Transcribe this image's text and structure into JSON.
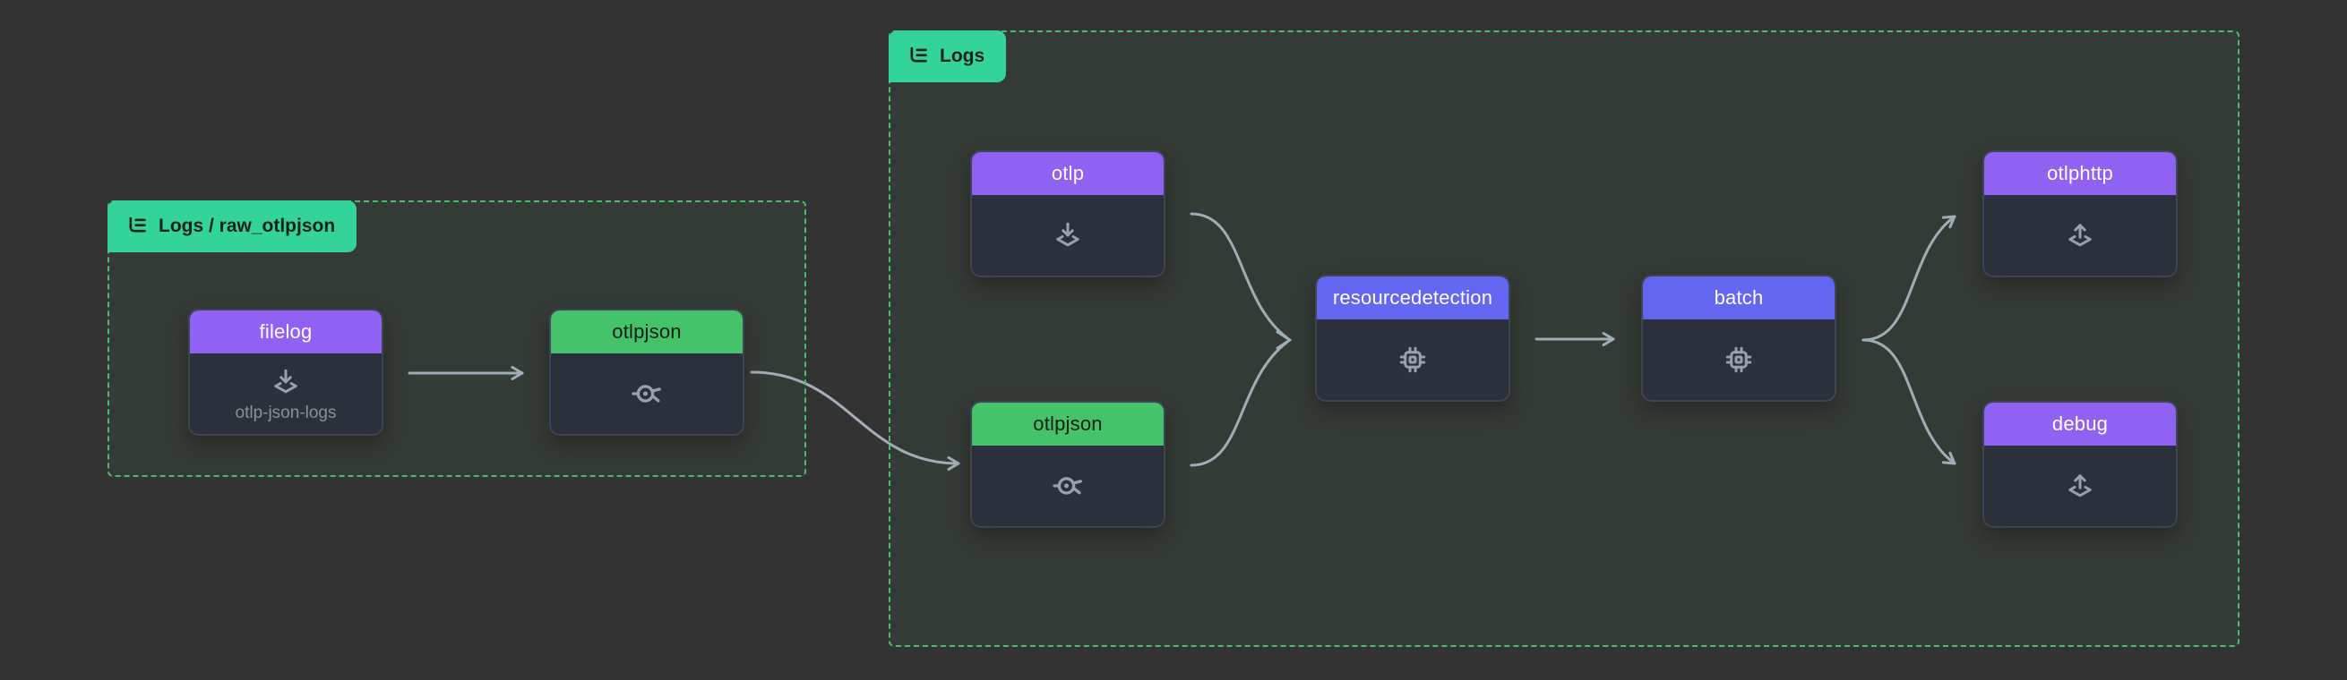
{
  "canvas": {
    "background_color": "#333333",
    "edge_color": "#a4aebc",
    "group_border_color": "#4bbd68",
    "group_badge_color": "#34d399"
  },
  "groups": [
    {
      "id": "logs-raw",
      "title": "Logs / raw_otlpjson",
      "icon": "pipeline-tree-icon"
    },
    {
      "id": "logs",
      "title": "Logs",
      "icon": "pipeline-tree-icon"
    }
  ],
  "nodes": [
    {
      "id": "filelog",
      "label": "filelog",
      "type": "receiver",
      "group": "logs-raw",
      "header_color": "#9161f3",
      "icon": "inbox-arrow-down-icon",
      "caption": "otlp-json-logs"
    },
    {
      "id": "otlpjson-raw",
      "label": "otlpjson",
      "type": "connector",
      "group": "logs-raw",
      "header_color": "#45c36a",
      "icon": "connector-icon"
    },
    {
      "id": "otlp",
      "label": "otlp",
      "type": "receiver",
      "group": "logs",
      "header_color": "#9161f3",
      "icon": "inbox-arrow-down-icon"
    },
    {
      "id": "otlpjson-logs",
      "label": "otlpjson",
      "type": "connector",
      "group": "logs",
      "header_color": "#45c36a",
      "icon": "connector-icon"
    },
    {
      "id": "resourcedetection",
      "label": "resourcedetection",
      "type": "processor",
      "group": "logs",
      "header_color": "#6366f1",
      "icon": "cpu-chip-icon"
    },
    {
      "id": "batch",
      "label": "batch",
      "type": "processor",
      "group": "logs",
      "header_color": "#6366f1",
      "icon": "cpu-chip-icon"
    },
    {
      "id": "otlphttp",
      "label": "otlphttp",
      "type": "exporter",
      "group": "logs",
      "header_color": "#9161f3",
      "icon": "arrow-up-tray-icon"
    },
    {
      "id": "debug",
      "label": "debug",
      "type": "exporter",
      "group": "logs",
      "header_color": "#9161f3",
      "icon": "arrow-up-tray-icon"
    }
  ],
  "edges": [
    {
      "from": "filelog",
      "to": "otlpjson-raw"
    },
    {
      "from": "otlpjson-raw",
      "to": "otlpjson-logs"
    },
    {
      "from": "otlp",
      "to": "resourcedetection"
    },
    {
      "from": "otlpjson-logs",
      "to": "resourcedetection"
    },
    {
      "from": "resourcedetection",
      "to": "batch"
    },
    {
      "from": "batch",
      "to": "otlphttp"
    },
    {
      "from": "batch",
      "to": "debug"
    }
  ]
}
